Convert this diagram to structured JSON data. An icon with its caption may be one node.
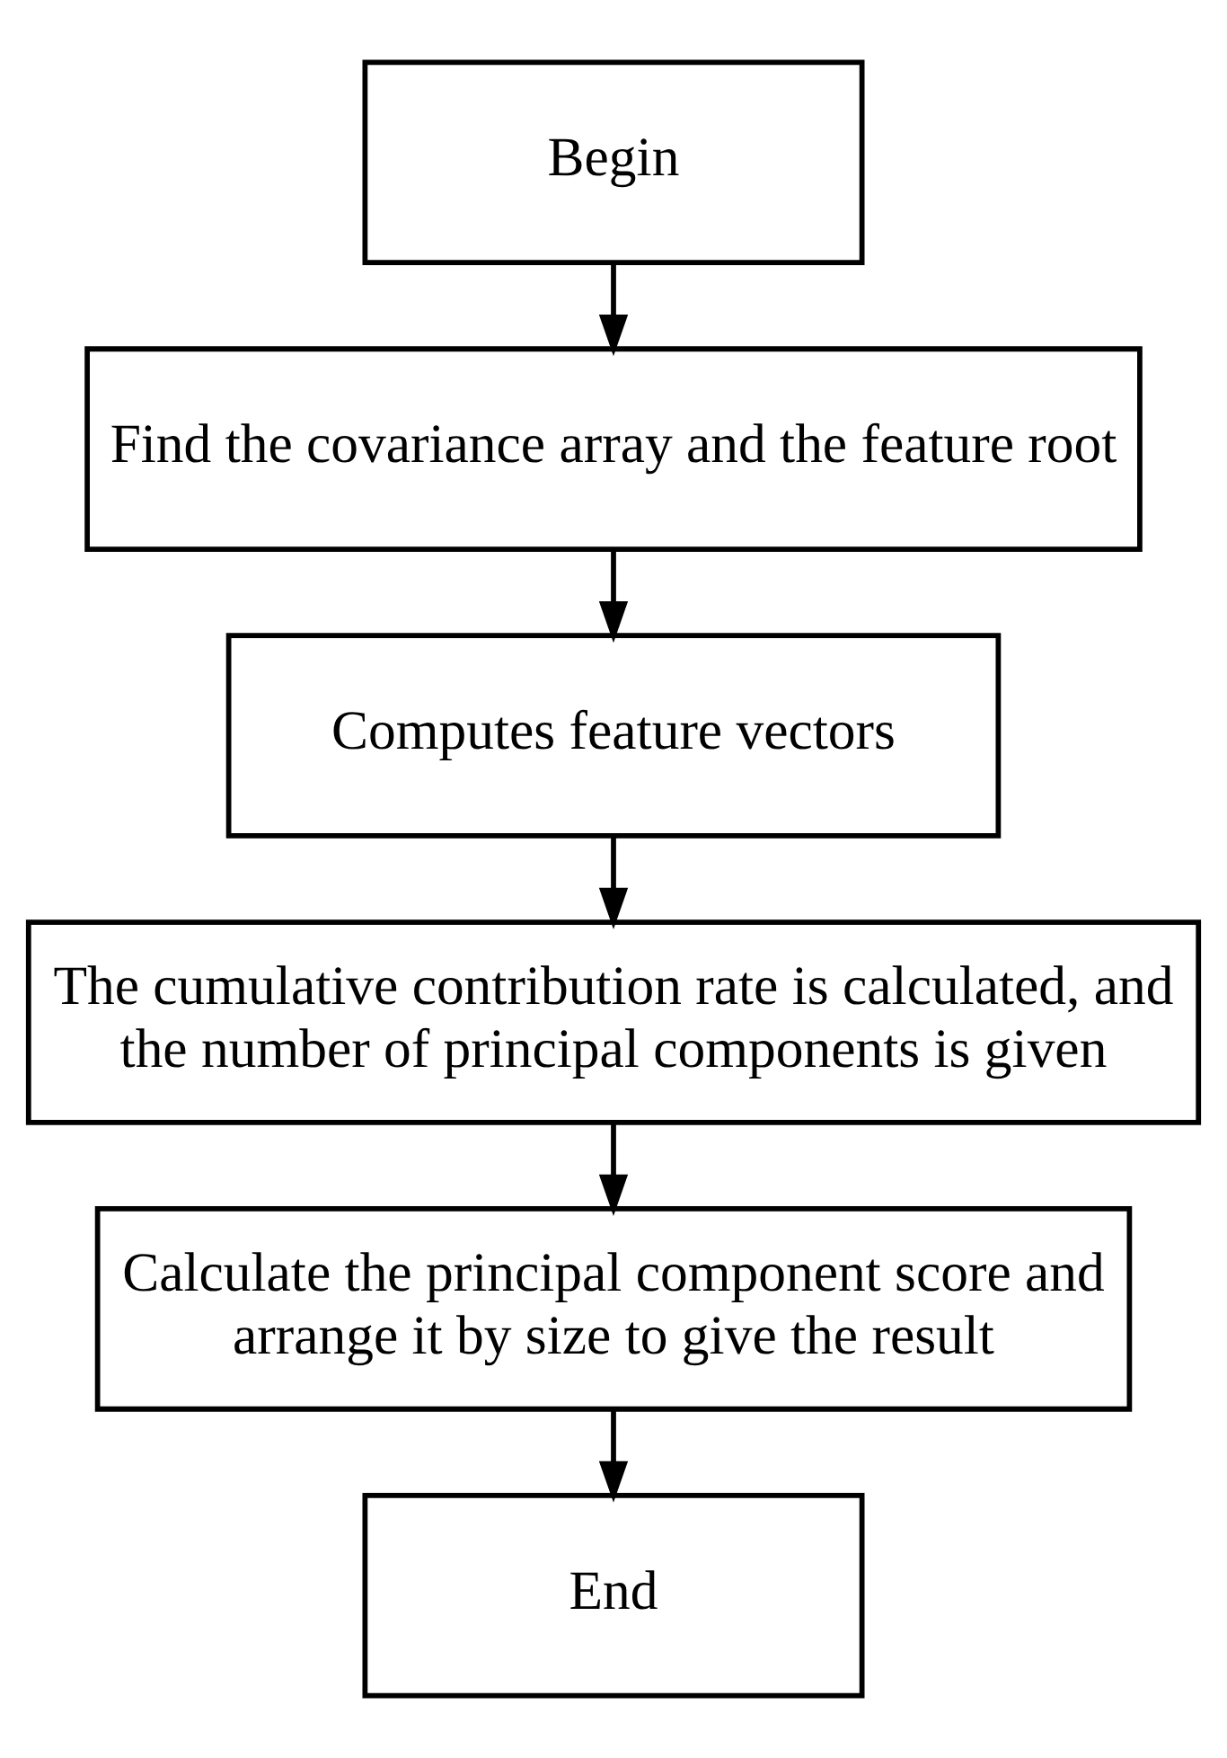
{
  "diagram": {
    "nodes": [
      {
        "text": [
          "Begin"
        ]
      },
      {
        "text": [
          "Find the covariance array and the feature root"
        ]
      },
      {
        "text": [
          "Computes feature vectors"
        ]
      },
      {
        "text": [
          "The cumulative contribution rate is calculated, and the number of principal components is given"
        ]
      },
      {
        "text": [
          "Calculate the principal component score and arrange it by size to give the result"
        ]
      },
      {
        "text": [
          "End"
        ]
      }
    ],
    "edges": [
      {
        "from": 0,
        "to": 1,
        "arrow": "to"
      },
      {
        "from": 1,
        "to": 2,
        "arrow": "to"
      },
      {
        "from": 2,
        "to": 3,
        "arrow": "to"
      },
      {
        "from": 3,
        "to": 4,
        "arrow": "to"
      },
      {
        "from": 4,
        "to": 5,
        "arrow": "to"
      }
    ]
  }
}
